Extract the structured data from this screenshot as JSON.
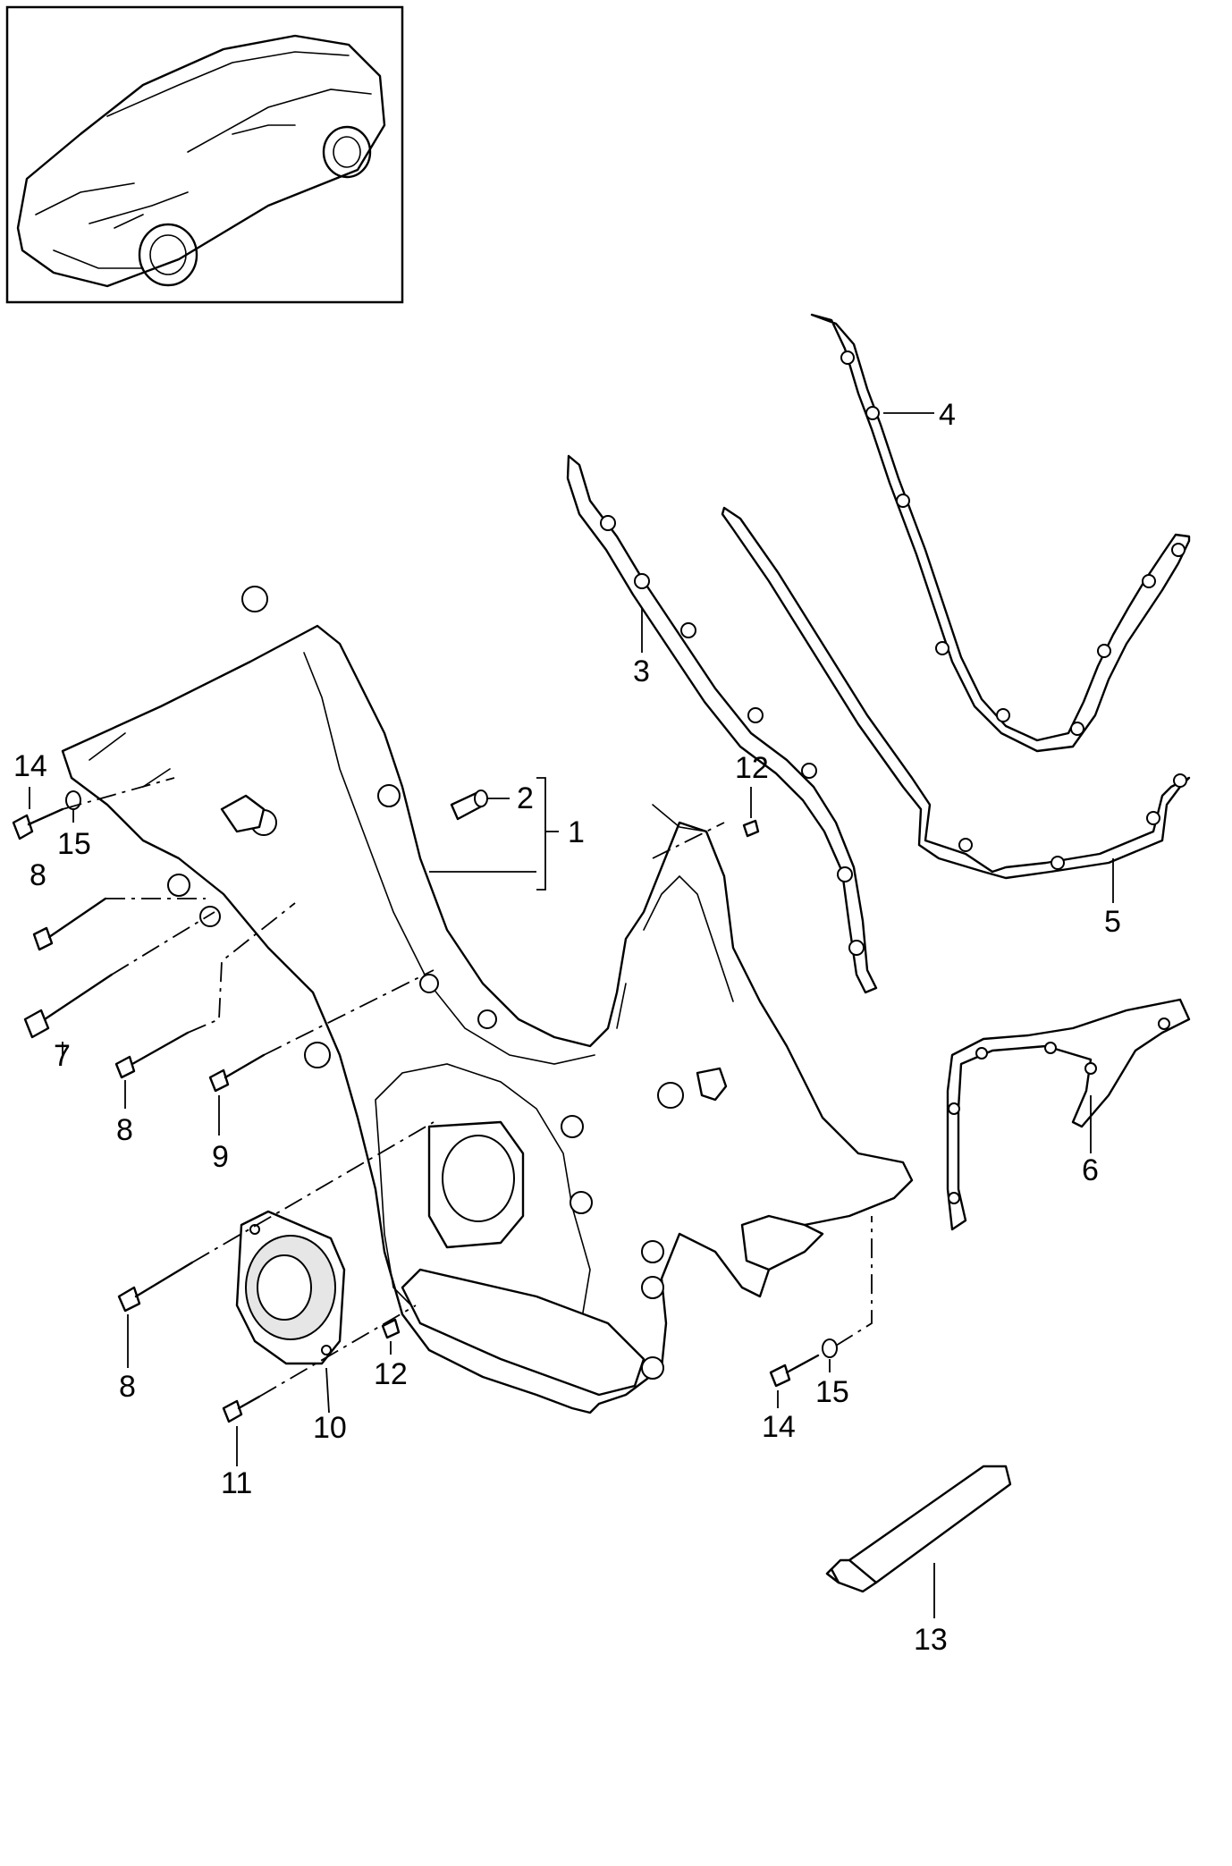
{
  "diagram": {
    "callouts": [
      {
        "id": "c1",
        "text": "1"
      },
      {
        "id": "c2",
        "text": "2"
      },
      {
        "id": "c3",
        "text": "3"
      },
      {
        "id": "c4",
        "text": "4"
      },
      {
        "id": "c5",
        "text": "5"
      },
      {
        "id": "c6",
        "text": "6"
      },
      {
        "id": "c7",
        "text": "7"
      },
      {
        "id": "c8a",
        "text": "8"
      },
      {
        "id": "c8b",
        "text": "8"
      },
      {
        "id": "c8c",
        "text": "8"
      },
      {
        "id": "c9",
        "text": "9"
      },
      {
        "id": "c10",
        "text": "10"
      },
      {
        "id": "c11",
        "text": "11"
      },
      {
        "id": "c12a",
        "text": "12"
      },
      {
        "id": "c12b",
        "text": "12"
      },
      {
        "id": "c13",
        "text": "13"
      },
      {
        "id": "c14a",
        "text": "14"
      },
      {
        "id": "c14b",
        "text": "14"
      },
      {
        "id": "c15a",
        "text": "15"
      },
      {
        "id": "c15b",
        "text": "15"
      }
    ]
  }
}
